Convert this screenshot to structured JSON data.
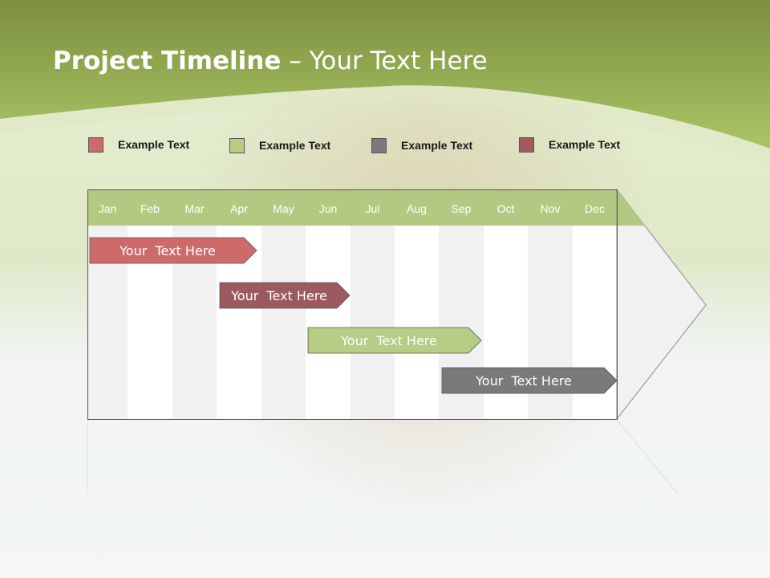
{
  "title": {
    "bold": "Project Timeline",
    "rest": " – Your Text Here"
  },
  "legend": [
    {
      "label": "Example Text",
      "color": "#cf6a6b"
    },
    {
      "label": "Example Text",
      "color": "#b7cc84"
    },
    {
      "label": "Example Text",
      "color": "#7a7a7a"
    },
    {
      "label": "Example Text",
      "color": "#a15b60"
    }
  ],
  "months": [
    "Jan",
    "Feb",
    "Mar",
    "Apr",
    "May",
    "Jun",
    "Jul",
    "Aug",
    "Sep",
    "Oct",
    "Nov",
    "Dec"
  ],
  "tasks": [
    {
      "label": "Your  Text Here",
      "color": "#cf6a6b"
    },
    {
      "label": "Your  Text Here",
      "color": "#9b5a5e"
    },
    {
      "label": "Your  Text Here",
      "color": "#b7cc84"
    },
    {
      "label": "Your  Text Here",
      "color": "#7a7a7a"
    }
  ],
  "colors": {
    "header": "#b3c982",
    "accent": "#a9c46a"
  }
}
